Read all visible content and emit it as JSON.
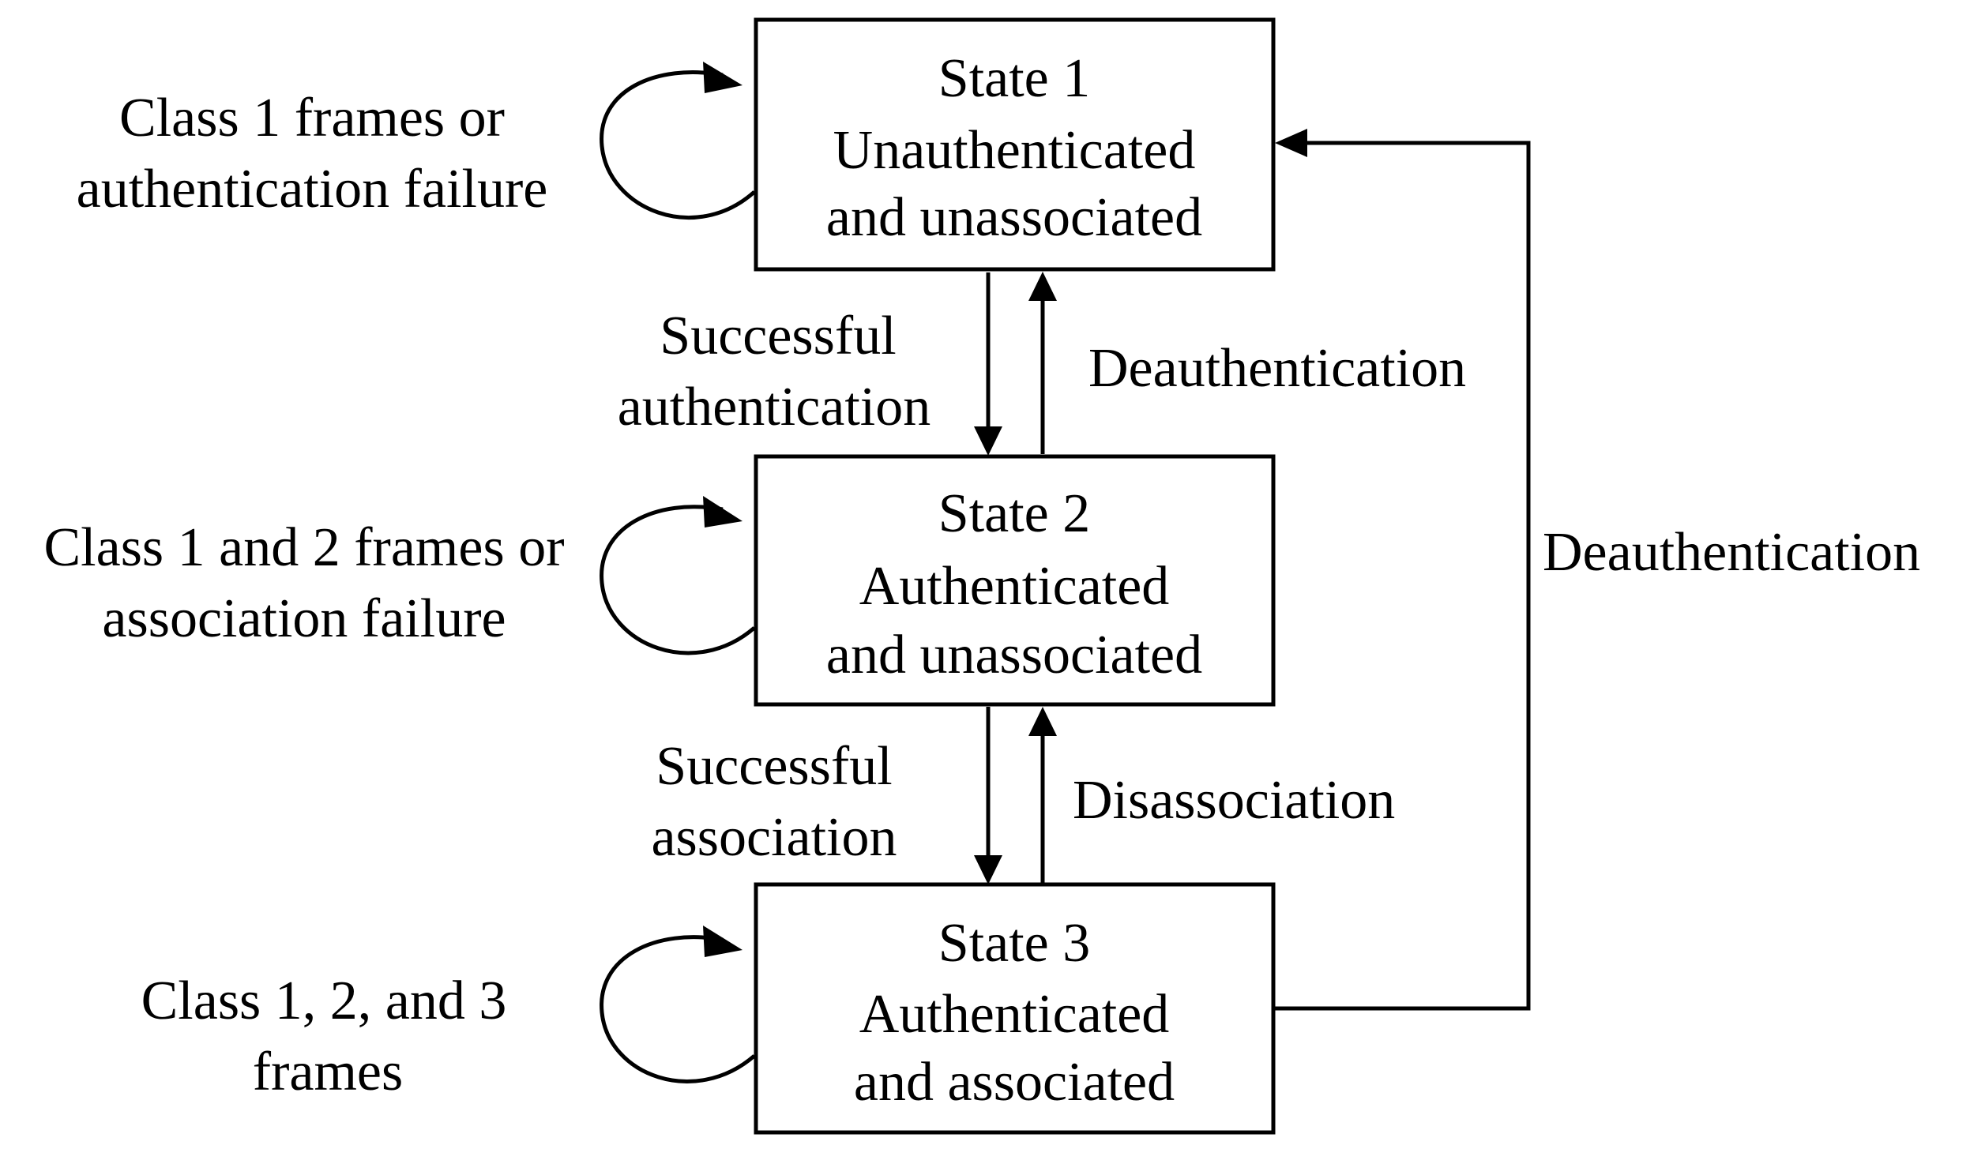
{
  "states": [
    {
      "title": "State 1",
      "line2": "Unauthenticated",
      "line3": "and unassociated"
    },
    {
      "title": "State 2",
      "line2": "Authenticated",
      "line3": "and unassociated"
    },
    {
      "title": "State 3",
      "line2": "Authenticated",
      "line3": "and associated"
    }
  ],
  "self_loops": [
    {
      "line1": "Class 1 frames or",
      "line2": "authentication failure"
    },
    {
      "line1": "Class 1 and 2 frames or",
      "line2": "association failure"
    },
    {
      "line1": "Class 1, 2, and 3",
      "line2": "frames"
    }
  ],
  "transitions": {
    "s1_to_s2": {
      "line1": "Successful",
      "line2": "authentication"
    },
    "s2_to_s1": {
      "label": "Deauthentication"
    },
    "s2_to_s3": {
      "line1": "Successful",
      "line2": "association"
    },
    "s3_to_s2": {
      "label": "Disassociation"
    },
    "s3_to_s1": {
      "label": "Deauthentication"
    }
  }
}
